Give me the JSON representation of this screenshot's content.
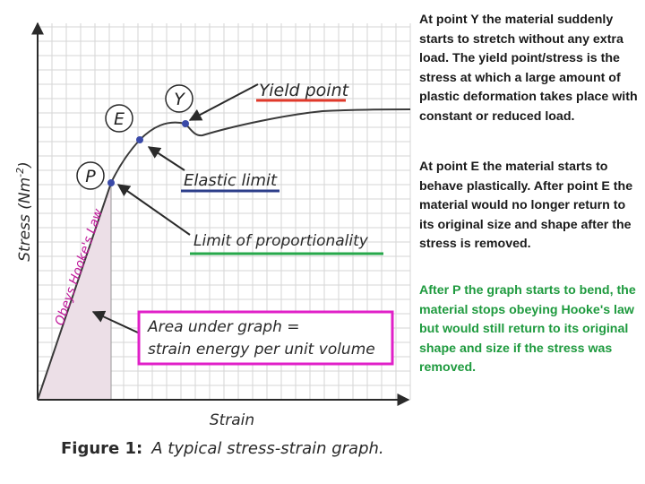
{
  "diagram": {
    "y_axis_label": "Stress (Nm",
    "y_axis_exponent": "-2",
    "y_axis_close": ")",
    "x_axis_label": "Strain",
    "hookes_law_label": "Obeys Hooke's Law",
    "point_labels": {
      "e": "E",
      "y": "Y",
      "p": "P"
    },
    "callouts": {
      "yield_point": "Yield point",
      "elastic_limit": "Elastic limit",
      "limit_of_proportionality": "Limit of proportionality",
      "area_line1": "Area under graph =",
      "area_line2": "strain energy per unit volume"
    },
    "caption_bold": "Figure 1:",
    "caption_italic": "A typical stress-strain graph.",
    "colors": {
      "grid": "#d6d6d6",
      "curve": "#3a3a3a",
      "points": "#3a4aa8",
      "yield_underline": "#e0392b",
      "elastic_underline": "#2c3e8a",
      "proportionality_underline": "#27a84b",
      "area_box": "#e020c8",
      "area_fill": "#ecdfe7",
      "hookes_law_text": "#c0189a"
    }
  },
  "notes": {
    "yield": "At point Y the material suddenly starts to stretch without any extra load. The yield point/stress is the stress at which a large amount of plastic deformation takes place with constant or reduced load.",
    "elastic": "At point E the material starts to behave plastically. After point E the material would no longer return to its original size and shape after the stress is removed.",
    "proportional": "After P the graph starts to bend, the material stops obeying Hooke's law but would still return to its original shape and size if the stress was removed."
  }
}
